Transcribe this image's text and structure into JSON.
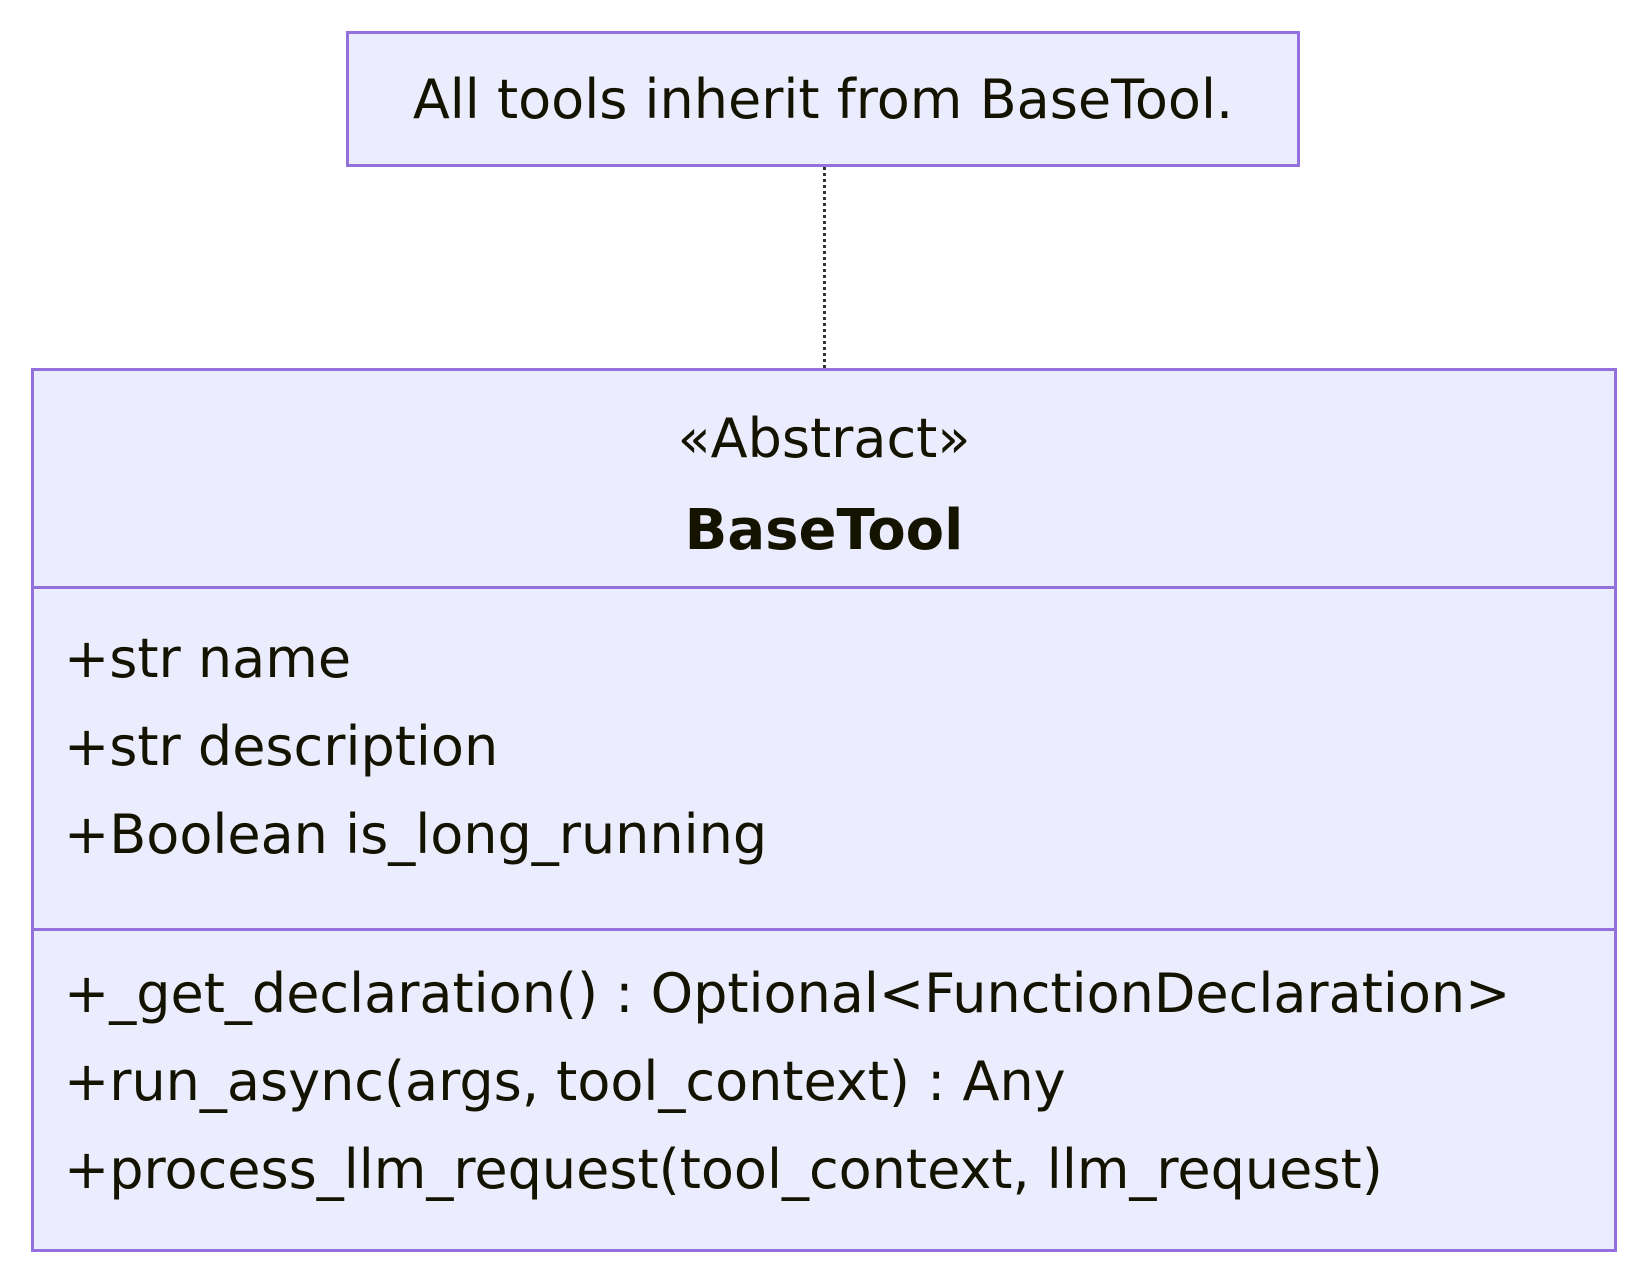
{
  "note": {
    "text": "All tools inherit from BaseTool."
  },
  "class": {
    "stereotype": "«Abstract»",
    "name": "BaseTool",
    "attributes": [
      "+str name",
      "+str description",
      "+Boolean is_long_running"
    ],
    "methods": [
      "+_get_declaration() : Optional<FunctionDeclaration>",
      "+run_async(args, tool_context) : Any",
      "+process_llm_request(tool_context, llm_request)"
    ]
  },
  "colors": {
    "fill": "#ececff",
    "border": "#9370db",
    "text": "#131300",
    "connector": "#333333"
  }
}
